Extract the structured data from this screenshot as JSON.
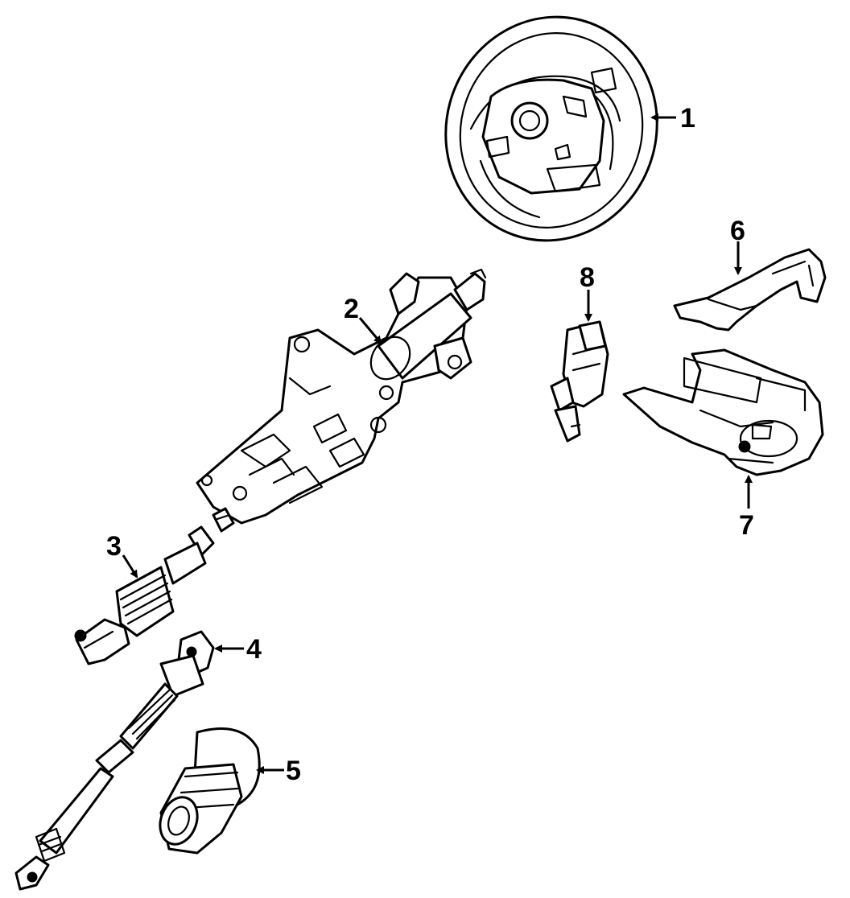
{
  "callouts": [
    {
      "num": "1",
      "part": "steering-wheel"
    },
    {
      "num": "2",
      "part": "steering-column"
    },
    {
      "num": "3",
      "part": "lower-shaft"
    },
    {
      "num": "4",
      "part": "intermediate-shaft"
    },
    {
      "num": "5",
      "part": "boot-seal"
    },
    {
      "num": "6",
      "part": "upper-shroud"
    },
    {
      "num": "7",
      "part": "lower-shroud"
    },
    {
      "num": "8",
      "part": "ignition-switch"
    }
  ],
  "colors": {
    "line": "#000000",
    "background": "#ffffff"
  }
}
